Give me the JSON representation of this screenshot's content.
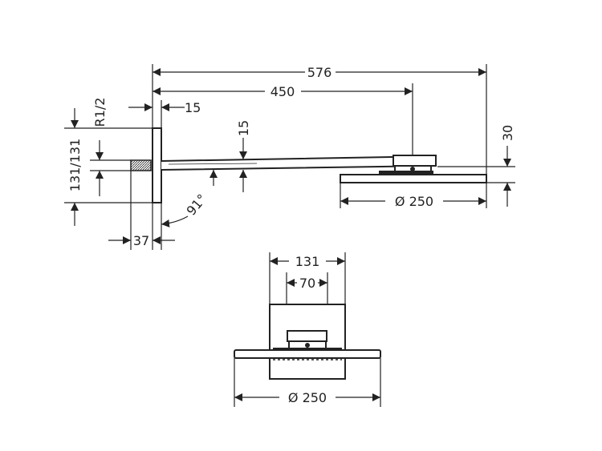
{
  "side_view": {
    "dim_total_length": "576",
    "dim_arm_to_center": "450",
    "dim_plate_thickness": "15",
    "dim_arm_height": "15",
    "dim_plate_size": "131/131",
    "dim_thread": "R1/2",
    "dim_angle": "91°",
    "dim_thread_length": "37",
    "dim_head_offset": "30",
    "dim_head_diameter": "Ø 250"
  },
  "front_view": {
    "dim_plate_width": "131",
    "dim_mount_width": "70",
    "dim_head_diameter": "Ø 250"
  }
}
